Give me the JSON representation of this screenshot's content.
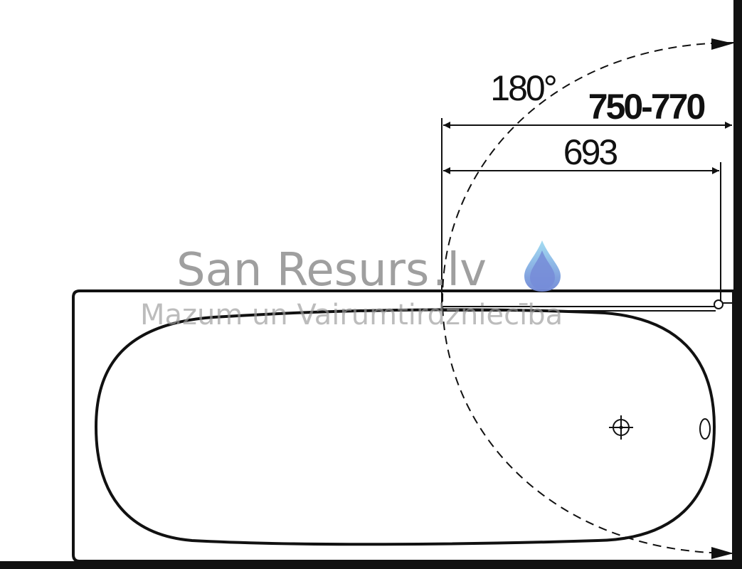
{
  "diagram": {
    "angle_label": "180°",
    "outer_dimension_label": "750-770",
    "inner_dimension_label": "693"
  },
  "watermark": {
    "brand": "San Resurs",
    "domain": ".lv",
    "tagline": "Mazum un Vairumtirdzniecība",
    "logo_icon": "water-drop-icon"
  },
  "colors": {
    "line": "#111111",
    "watermark_text": "#9a9a9a",
    "drop_light": "#8fd3ee",
    "drop_dark": "#6f86d6"
  }
}
